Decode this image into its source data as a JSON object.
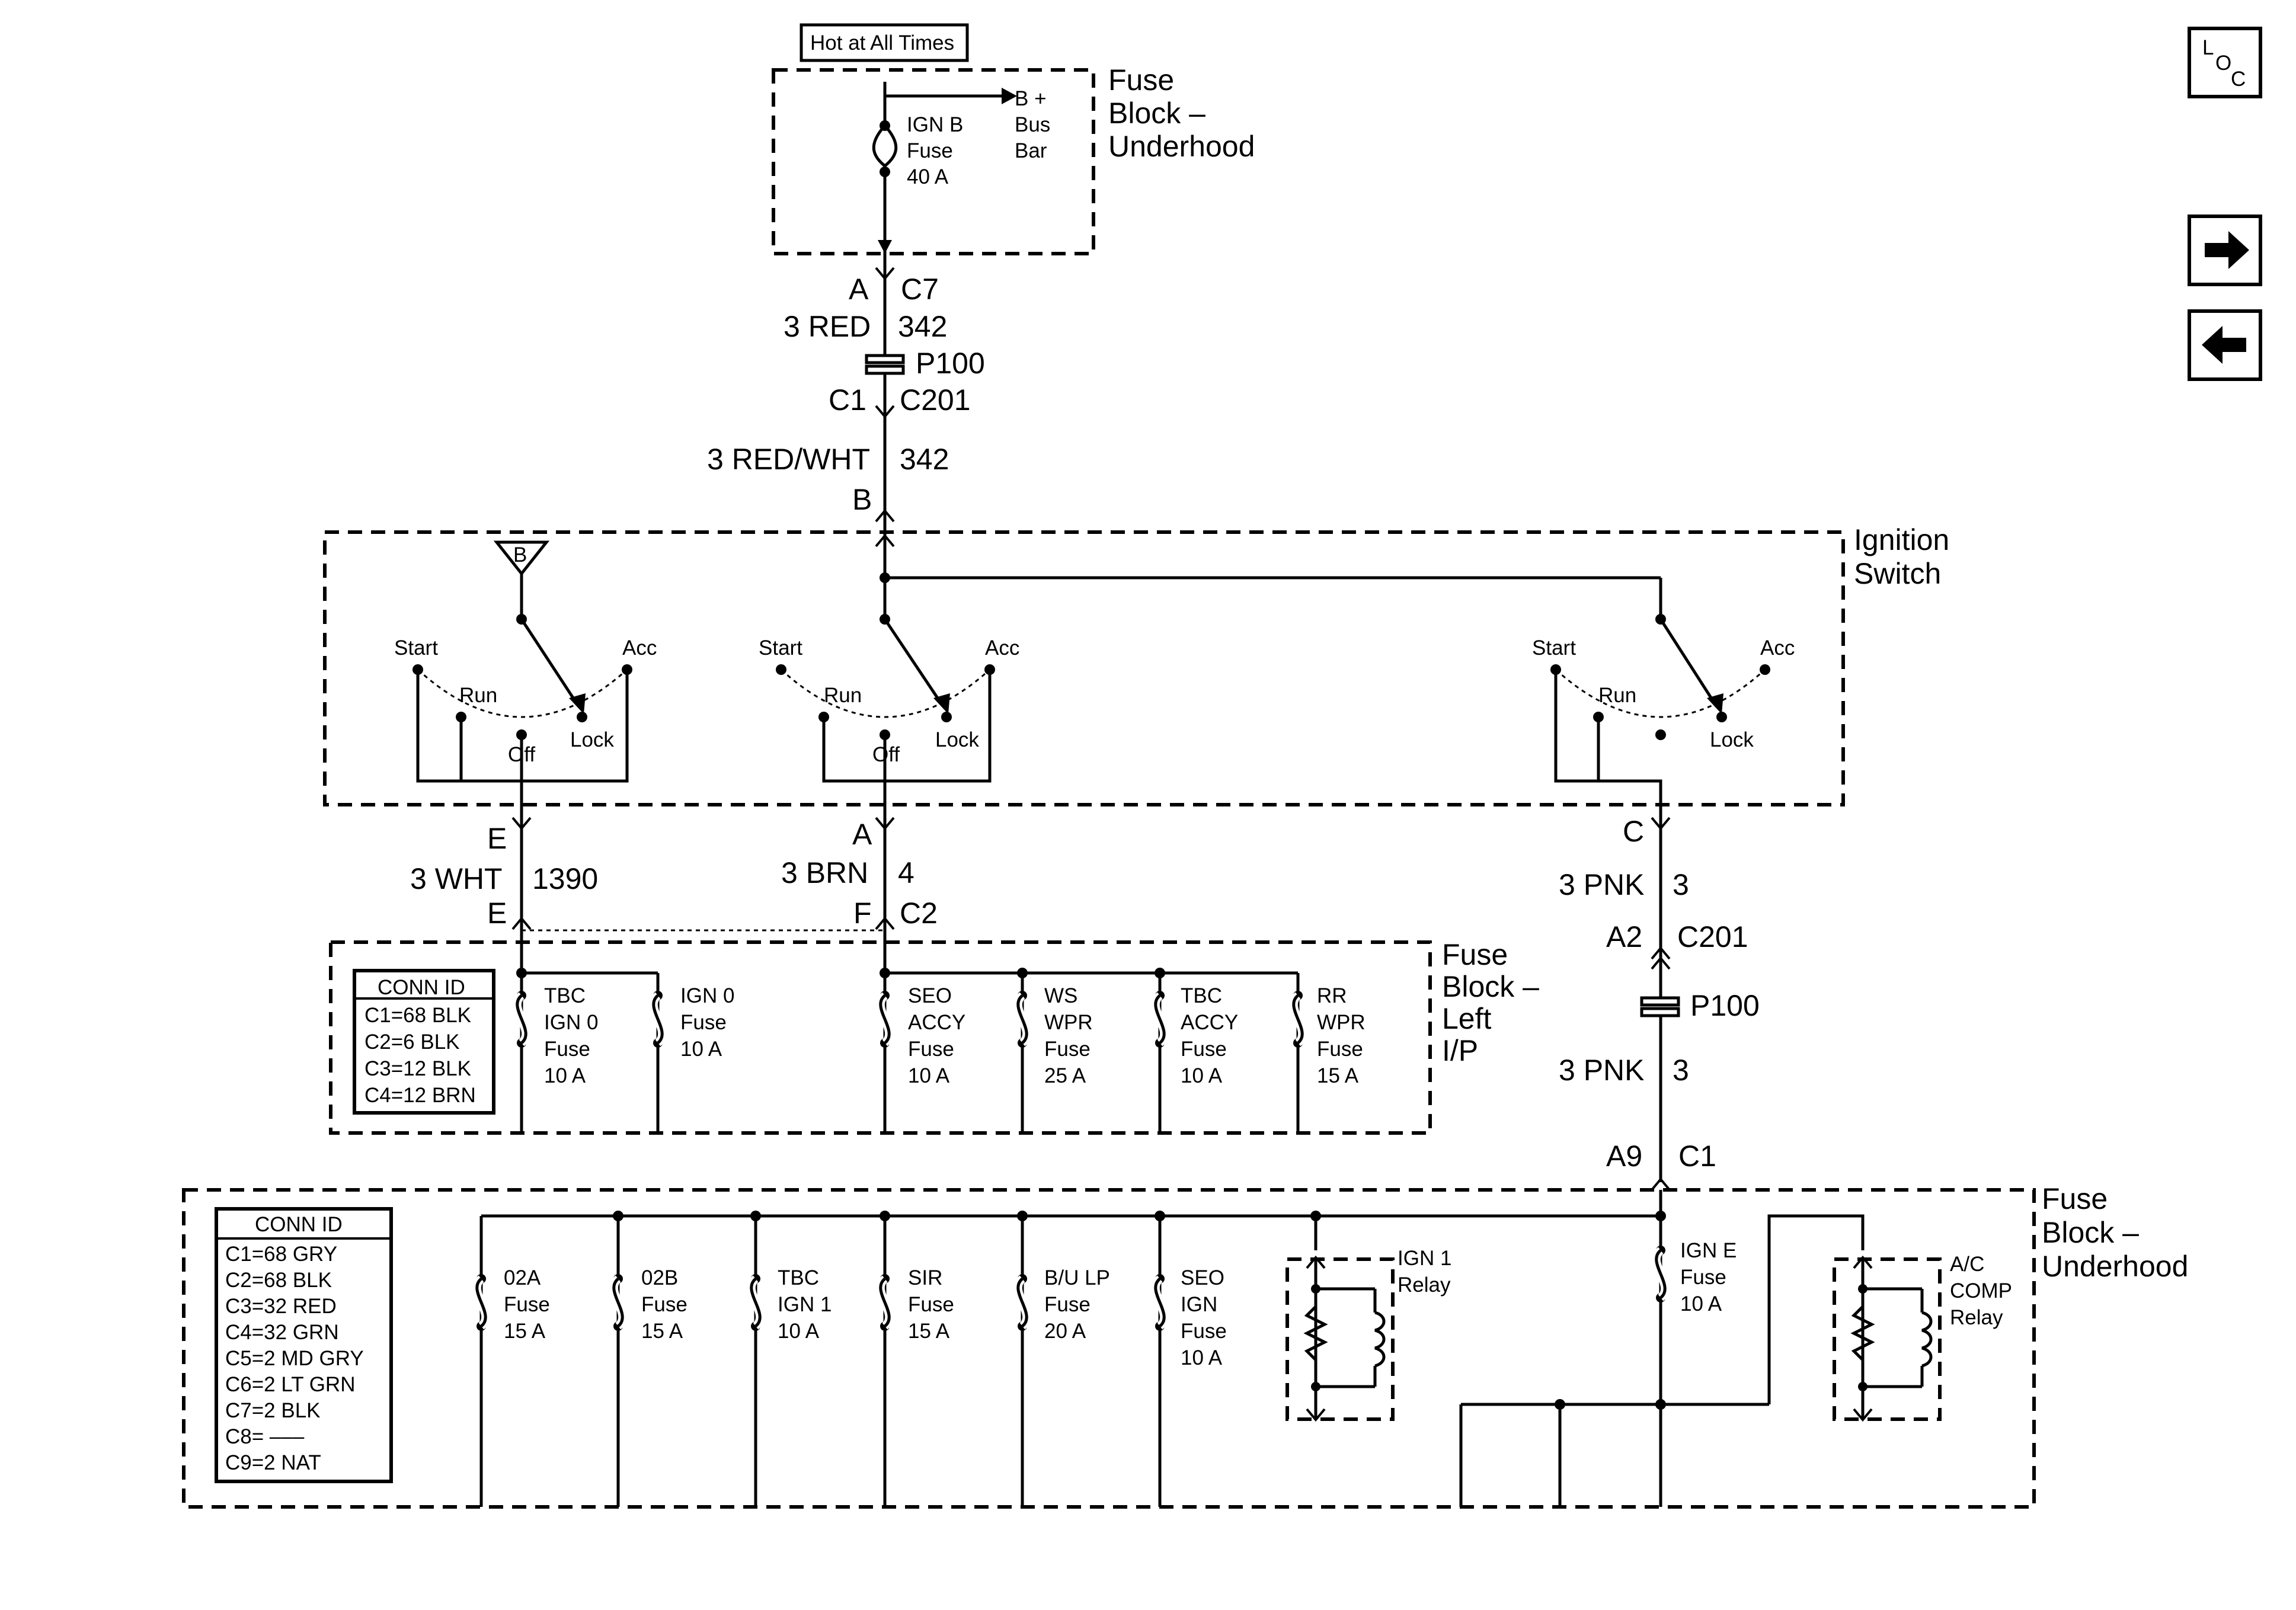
{
  "colors": {
    "ink": "#000000",
    "paper": "#ffffff"
  },
  "header": {
    "hot_label": "Hot at All Times"
  },
  "nav": {
    "loc_label": [
      "L",
      "O",
      "C"
    ],
    "forward_icon": "right-arrow-icon",
    "back_icon": "left-arrow-icon"
  },
  "fuse_block_top": {
    "title": [
      "Fuse",
      "Block –",
      "Underhood"
    ],
    "fuse": [
      "IGN B",
      "Fuse",
      "40 A"
    ],
    "bus": [
      "B +",
      "Bus",
      "Bar"
    ]
  },
  "feed_wire": {
    "pin_a": "A",
    "conn_c7": "C7",
    "wire1": "3 RED",
    "circuit1": "342",
    "splice": "P100",
    "pin_c1": "C1",
    "conn_c201": "C201",
    "wire2": "3 RED/WHT",
    "circuit2": "342",
    "pin_b": "B"
  },
  "ignition_switch": {
    "title": [
      "Ignition",
      "Switch"
    ],
    "ground_ref": "B",
    "positions": {
      "start": "Start",
      "run": "Run",
      "off": "Off",
      "lock": "Lock",
      "acc": "Acc"
    }
  },
  "outputs": {
    "left": {
      "pin_top": "E",
      "wire": "3 WHT",
      "circuit": "1390",
      "pin_bottom": "E"
    },
    "middle": {
      "pin_top": "A",
      "wire": "3 BRN",
      "circuit": "4",
      "pin_bottom": "F",
      "conn": "C2"
    },
    "right": {
      "pin_top": "C",
      "wire1": "3 PNK",
      "circuit1": "3",
      "pin_a2": "A2",
      "conn_c201": "C201",
      "splice": "P100",
      "wire2": "3 PNK",
      "circuit2": "3",
      "pin_a9": "A9",
      "conn_c1": "C1"
    }
  },
  "fuse_block_left": {
    "title": [
      "Fuse",
      "Block –",
      "Left",
      "I/P"
    ],
    "conn_id": {
      "header": "CONN ID",
      "rows": [
        "C1=68 BLK",
        "C2=6 BLK",
        "C3=12 BLK",
        "C4=12 BRN"
      ]
    },
    "fuses": [
      [
        "TBC",
        "IGN 0",
        "Fuse",
        "10 A"
      ],
      [
        "IGN 0",
        "Fuse",
        "10 A"
      ],
      [
        "SEO",
        "ACCY",
        "Fuse",
        "10 A"
      ],
      [
        "WS",
        "WPR",
        "Fuse",
        "25 A"
      ],
      [
        "TBC",
        "ACCY",
        "Fuse",
        "10 A"
      ],
      [
        "RR",
        "WPR",
        "Fuse",
        "15 A"
      ]
    ]
  },
  "fuse_block_bottom": {
    "title": [
      "Fuse",
      "Block –",
      "Underhood"
    ],
    "conn_id": {
      "header": "CONN ID",
      "rows": [
        "C1=68 GRY",
        "C2=68 BLK",
        "C3=32 RED",
        "C4=32 GRN",
        "C5=2 MD GRY",
        "C6=2 LT GRN",
        "C7=2 BLK",
        "C8= –––",
        "C9=2 NAT"
      ]
    },
    "fuses": [
      [
        "02A",
        "Fuse",
        "15 A"
      ],
      [
        "02B",
        "Fuse",
        "15 A"
      ],
      [
        "TBC",
        "IGN 1",
        "10 A"
      ],
      [
        "SIR",
        "Fuse",
        "15 A"
      ],
      [
        "B/U LP",
        "Fuse",
        "20 A"
      ],
      [
        "SEO",
        "IGN",
        "Fuse",
        "10 A"
      ]
    ],
    "ign1_relay": [
      "IGN 1",
      "Relay"
    ],
    "ign_e_fuse": [
      "IGN E",
      "Fuse",
      "10 A"
    ],
    "ac_relay": [
      "A/C",
      "COMP",
      "Relay"
    ]
  }
}
